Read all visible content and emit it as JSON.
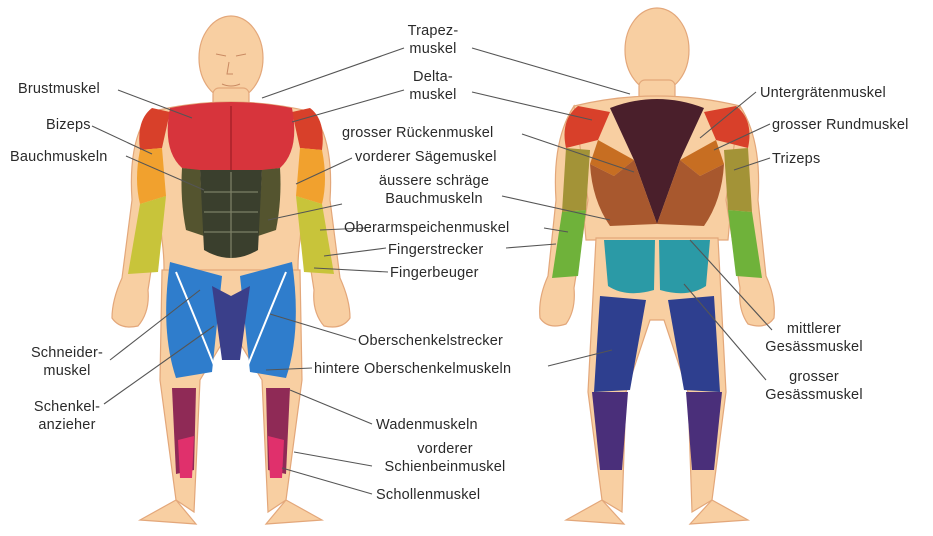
{
  "colors": {
    "skin": "#f8cfa2",
    "skin_edge": "#e3a77a",
    "pectoral": "#d7343c",
    "deltoid": "#d8402a",
    "biceps": "#f1a12e",
    "forearm": "#c8c43a",
    "fingers": "#6fb23a",
    "abs": "#3a3f2d",
    "serratus": "#54542f",
    "quads": "#2f7dcc",
    "hamstrings": "#3a3f8a",
    "calves": "#8f2a56",
    "tibialis": "#e0306c",
    "trapezius": "#4a1f2b",
    "lats": "#a8582e",
    "glutes": "#2b9aa6",
    "hamstrings_back": "#2e3f8f",
    "calves_back": "#4a2f7a"
  },
  "labels": {
    "trapez": [
      "Trapez-",
      "muskel"
    ],
    "delta": [
      "Delta-",
      "muskel"
    ],
    "brust": "Brustmuskel",
    "bizeps": "Bizeps",
    "bauch": "Bauchmuskeln",
    "saege": "vorderer Sägemuskel",
    "schraeg": [
      "äussere schräge",
      "Bauchmuskeln"
    ],
    "oberarmspeichen": "Oberarmspeichenmuskel",
    "fingerstrecker": "Fingerstrecker",
    "fingerbeuger": "Fingerbeuger",
    "schneider": [
      "Schneider-",
      "muskel"
    ],
    "schenkelanzieher": [
      "Schenkel-",
      "anzieher"
    ],
    "oberschenkelstrecker": "Oberschenkelstrecker",
    "hintere": "hintere Oberschenkelmuskeln",
    "waden": "Wadenmuskeln",
    "schienbein": [
      "vorderer",
      "Schienbeinmuskel"
    ],
    "schollen": "Schollenmuskel",
    "untergraeten": "Untergrätenmuskel",
    "rueckenmuskel": "grosser Rückenmuskel",
    "rundmuskel": "grosser Rundmuskel",
    "trizeps": "Trizeps",
    "mittlerer": [
      "mittlerer",
      "Gesässmuskel"
    ],
    "grosser_gesaess": [
      "grosser",
      "Gesässmuskel"
    ]
  }
}
